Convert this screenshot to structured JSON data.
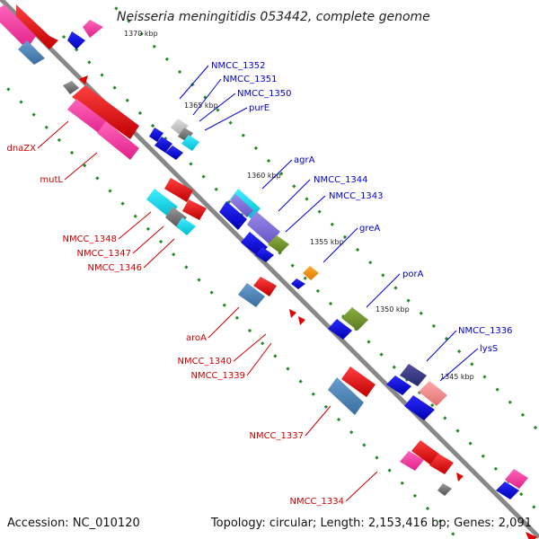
{
  "title": "Neisseria meningitidis 053442, complete genome",
  "footer": {
    "accession": "Accession: NC_010120",
    "topology": "Topology: circular; Length: 2,153,416 bp; Genes: 2,091"
  },
  "ticks": [
    "1370 kbp",
    "1365 kbp",
    "1360 kbp",
    "1355 kbp",
    "1350 kbp",
    "1345 kbp"
  ],
  "labels_blue": [
    "NMCC_1352",
    "NMCC_1351",
    "NMCC_1350",
    "purE",
    "agrA",
    "NMCC_1344",
    "NMCC_1343",
    "greA",
    "porA",
    "NMCC_1336",
    "lysS"
  ],
  "labels_red": [
    "dnaZX",
    "mutL",
    "NMCC_1348",
    "NMCC_1347",
    "NMCC_1346",
    "aroA",
    "NMCC_1340",
    "NMCC_1339",
    "NMCC_1337",
    "NMCC_1334"
  ],
  "colors": {
    "forward_label": "#0000cc",
    "reverse_label": "#cc0000",
    "backbone": "#888888",
    "dots": "#228b22"
  }
}
